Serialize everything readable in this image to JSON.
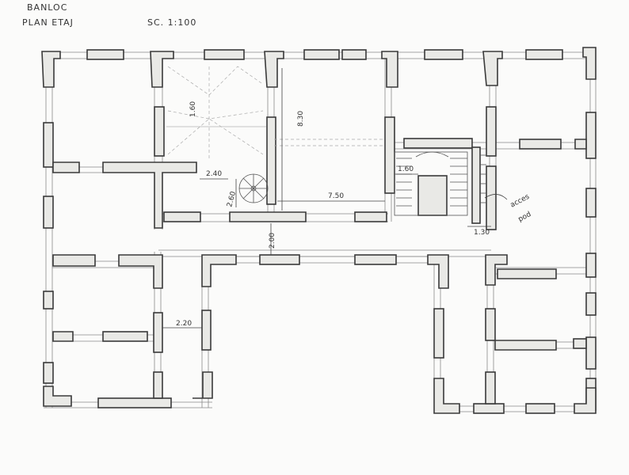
{
  "header": {
    "project": "BANLOC",
    "plan_title": "PLAN ETAJ",
    "scale": "SC. 1:100"
  },
  "dimensions": {
    "void_height": "1.60",
    "stair_width": "2.40",
    "stair_depth": "2.60",
    "corridor_depth": "8.30",
    "corridor_width": "7.50",
    "stair_landing": "1.60",
    "passage": "2.00",
    "wing_width": "2.20",
    "small_gap": "1.30"
  },
  "annotations": {
    "access_note_line1": "acces",
    "access_note_line2": "pod"
  }
}
